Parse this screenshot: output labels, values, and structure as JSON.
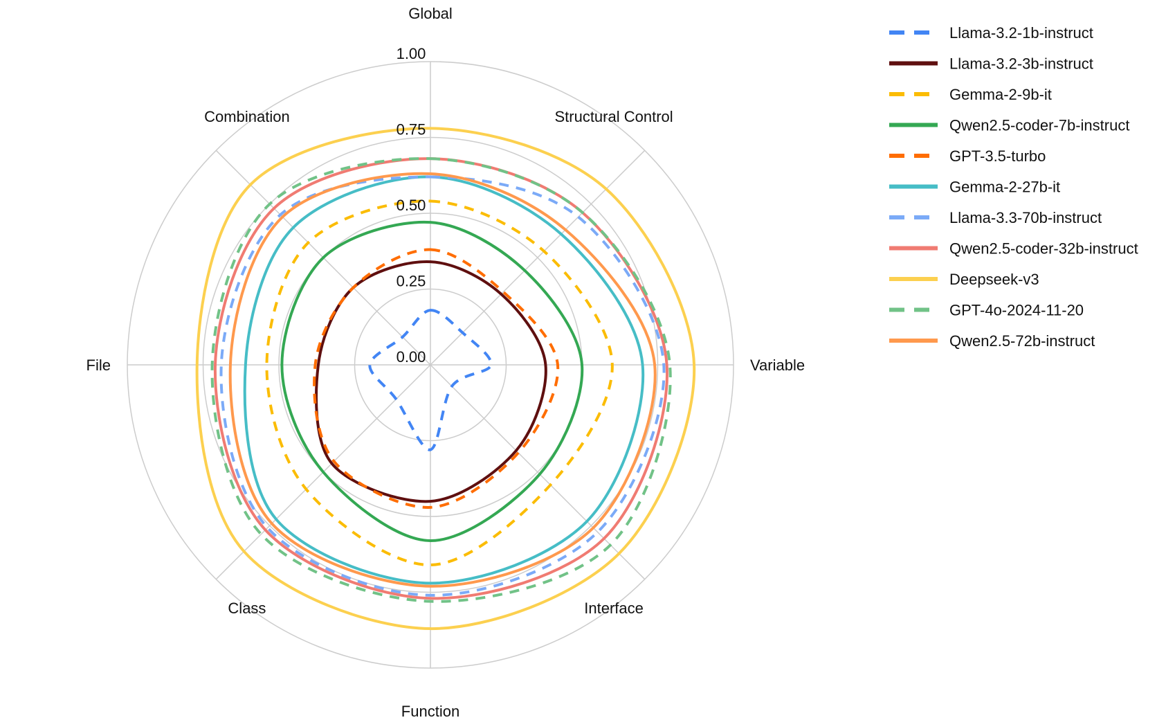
{
  "chart_data": {
    "type": "radar",
    "categories": [
      "Global",
      "Structural Control",
      "Variable",
      "Interface",
      "Function",
      "Class",
      "File",
      "Combination"
    ],
    "rlim": [
      0,
      1
    ],
    "ticks": [
      "0.00",
      "0.25",
      "0.50",
      "0.75",
      "1.00"
    ],
    "tick_values": [
      0,
      0.25,
      0.5,
      0.75,
      1.0
    ],
    "grid": true,
    "legend_position": "right",
    "series": [
      {
        "name": "Llama-3.2-1b-instruct",
        "color": "#4285f4",
        "dash": true,
        "values": [
          0.18,
          0.15,
          0.2,
          0.1,
          0.28,
          0.16,
          0.2,
          0.13
        ]
      },
      {
        "name": "Llama-3.2-3b-instruct",
        "color": "#5f0f0f",
        "dash": false,
        "values": [
          0.34,
          0.33,
          0.38,
          0.4,
          0.45,
          0.46,
          0.37,
          0.36
        ]
      },
      {
        "name": "Gemma-2-9b-it",
        "color": "#fbbc04",
        "dash": true,
        "values": [
          0.54,
          0.53,
          0.6,
          0.56,
          0.66,
          0.58,
          0.54,
          0.57
        ]
      },
      {
        "name": "Qwen2.5-coder-7b-instruct",
        "color": "#34a853",
        "dash": false,
        "values": [
          0.47,
          0.44,
          0.5,
          0.51,
          0.58,
          0.5,
          0.49,
          0.5
        ]
      },
      {
        "name": "GPT-3.5-turbo",
        "color": "#ff6d01",
        "dash": true,
        "values": [
          0.38,
          0.34,
          0.42,
          0.41,
          0.47,
          0.45,
          0.38,
          0.36
        ]
      },
      {
        "name": "Gemma-2-27b-it",
        "color": "#46bdc6",
        "dash": false,
        "values": [
          0.62,
          0.61,
          0.7,
          0.73,
          0.72,
          0.72,
          0.61,
          0.64
        ]
      },
      {
        "name": "Llama-3.3-70b-instruct",
        "color": "#7baaf7",
        "dash": true,
        "values": [
          0.62,
          0.69,
          0.77,
          0.78,
          0.76,
          0.76,
          0.69,
          0.7
        ]
      },
      {
        "name": "Qwen2.5-coder-32b-instruct",
        "color": "#f07b72",
        "dash": false,
        "values": [
          0.68,
          0.71,
          0.78,
          0.81,
          0.77,
          0.77,
          0.71,
          0.73
        ]
      },
      {
        "name": "Deepseek-v3",
        "color": "#fcd04f",
        "dash": false,
        "values": [
          0.78,
          0.82,
          0.87,
          0.88,
          0.87,
          0.87,
          0.77,
          0.84
        ]
      },
      {
        "name": "GPT-4o-2024-11-20",
        "color": "#71c287",
        "dash": true,
        "values": [
          0.68,
          0.71,
          0.79,
          0.84,
          0.78,
          0.79,
          0.72,
          0.75
        ]
      },
      {
        "name": "Qwen2.5-72b-instruct",
        "color": "#ff994d",
        "dash": false,
        "values": [
          0.63,
          0.63,
          0.74,
          0.76,
          0.73,
          0.74,
          0.66,
          0.69
        ]
      }
    ]
  }
}
